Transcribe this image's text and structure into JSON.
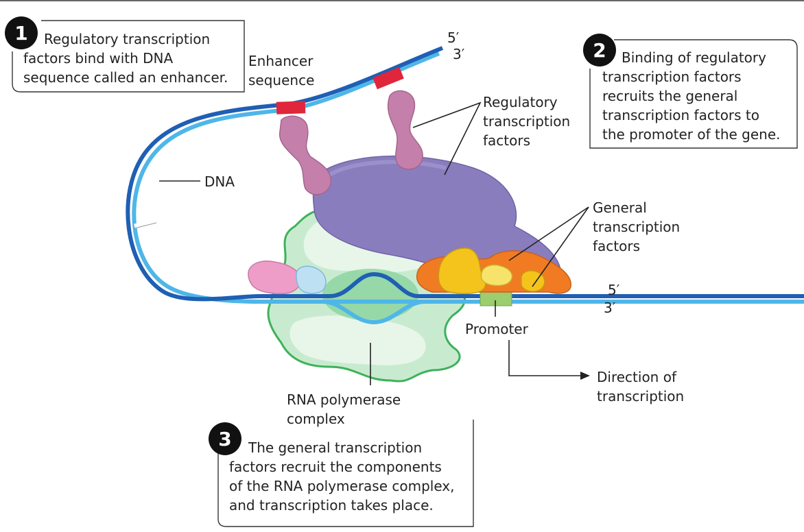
{
  "steps": [
    {
      "number": "1",
      "lines": [
        "Regulatory transcription",
        "factors bind with DNA",
        "sequence called an enhancer."
      ]
    },
    {
      "number": "2",
      "lines": [
        "Binding of regulatory",
        "transcription factors",
        "recruits the general",
        "transcription factors to",
        "the promoter of the gene."
      ]
    },
    {
      "number": "3",
      "lines": [
        "The general transcription",
        "factors recruit the components",
        "of the RNA polymerase complex,",
        "and transcription takes place."
      ]
    }
  ],
  "labels": {
    "enhancer": [
      "Enhancer",
      "sequence"
    ],
    "dna": "DNA",
    "regulatory_tf": [
      "Regulatory",
      "transcription",
      "factors"
    ],
    "general_tf": [
      "General",
      "transcription",
      "factors"
    ],
    "promoter": "Promoter",
    "rna_polymerase": [
      "RNA polymerase",
      "complex"
    ],
    "direction": [
      "Direction of",
      "transcription"
    ],
    "top_5prime": "5′",
    "top_3prime": "3′",
    "right_5prime": "5′",
    "right_3prime": "3′"
  },
  "colors": {
    "dna_dark": "#1f5fb4",
    "dna_light": "#4fb6e8",
    "enhancer": "#e0263a",
    "promoter": "#9ccd6e",
    "regulatory_tf": "#c47fab",
    "mediator": "#8a7dbd",
    "rna_pol": "#c8ebd0",
    "rna_pol_outline": "#3db25a",
    "general_tf_orange": "#f07b22",
    "general_tf_yellow": "#f4c41d",
    "pink_subunit": "#ee9cc8",
    "blue_subunit": "#bde0f2"
  }
}
